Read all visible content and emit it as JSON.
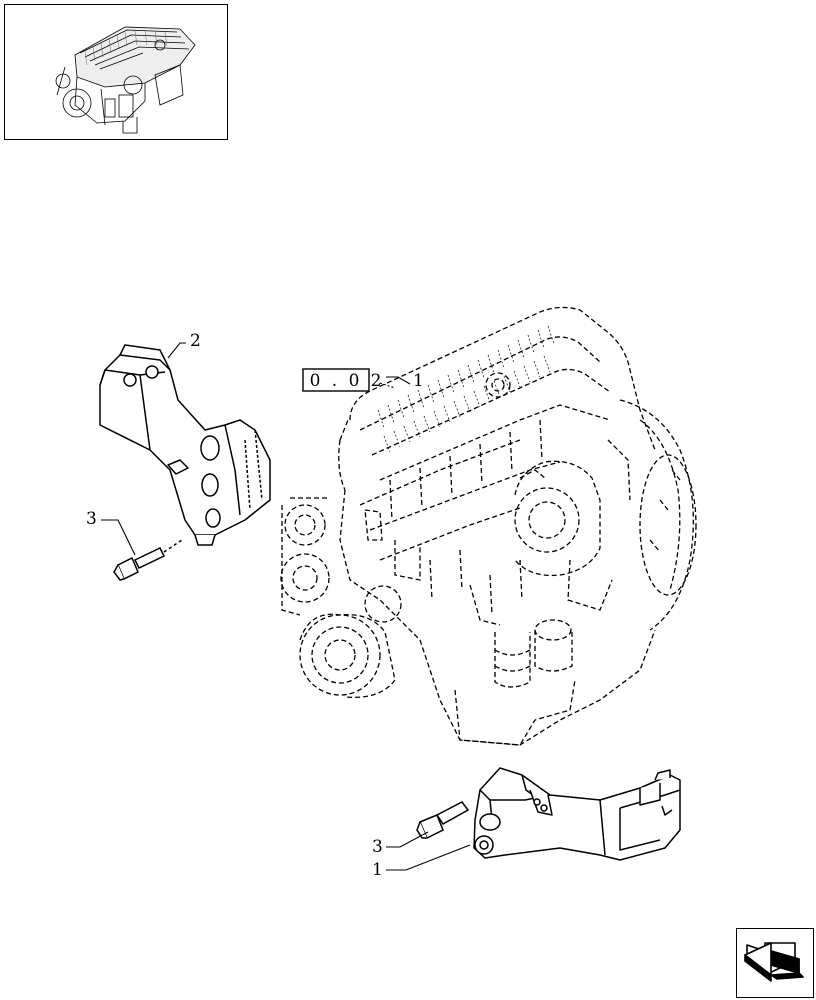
{
  "reference_box": {
    "label": "0 . 0",
    "suffix": "2"
  },
  "callouts": [
    {
      "id": "engine",
      "number": "1"
    },
    {
      "id": "front-bracket",
      "number": "2"
    },
    {
      "id": "bolt-upper",
      "number": "3"
    },
    {
      "id": "bolt-lower",
      "number": "3"
    },
    {
      "id": "rear-bracket",
      "number": "1"
    }
  ],
  "icons": {
    "thumbnail": "engine-thumbnail-icon",
    "navigation": "next-page-arrow-icon"
  },
  "colors": {
    "ink": "#000000",
    "paper": "#ffffff"
  }
}
